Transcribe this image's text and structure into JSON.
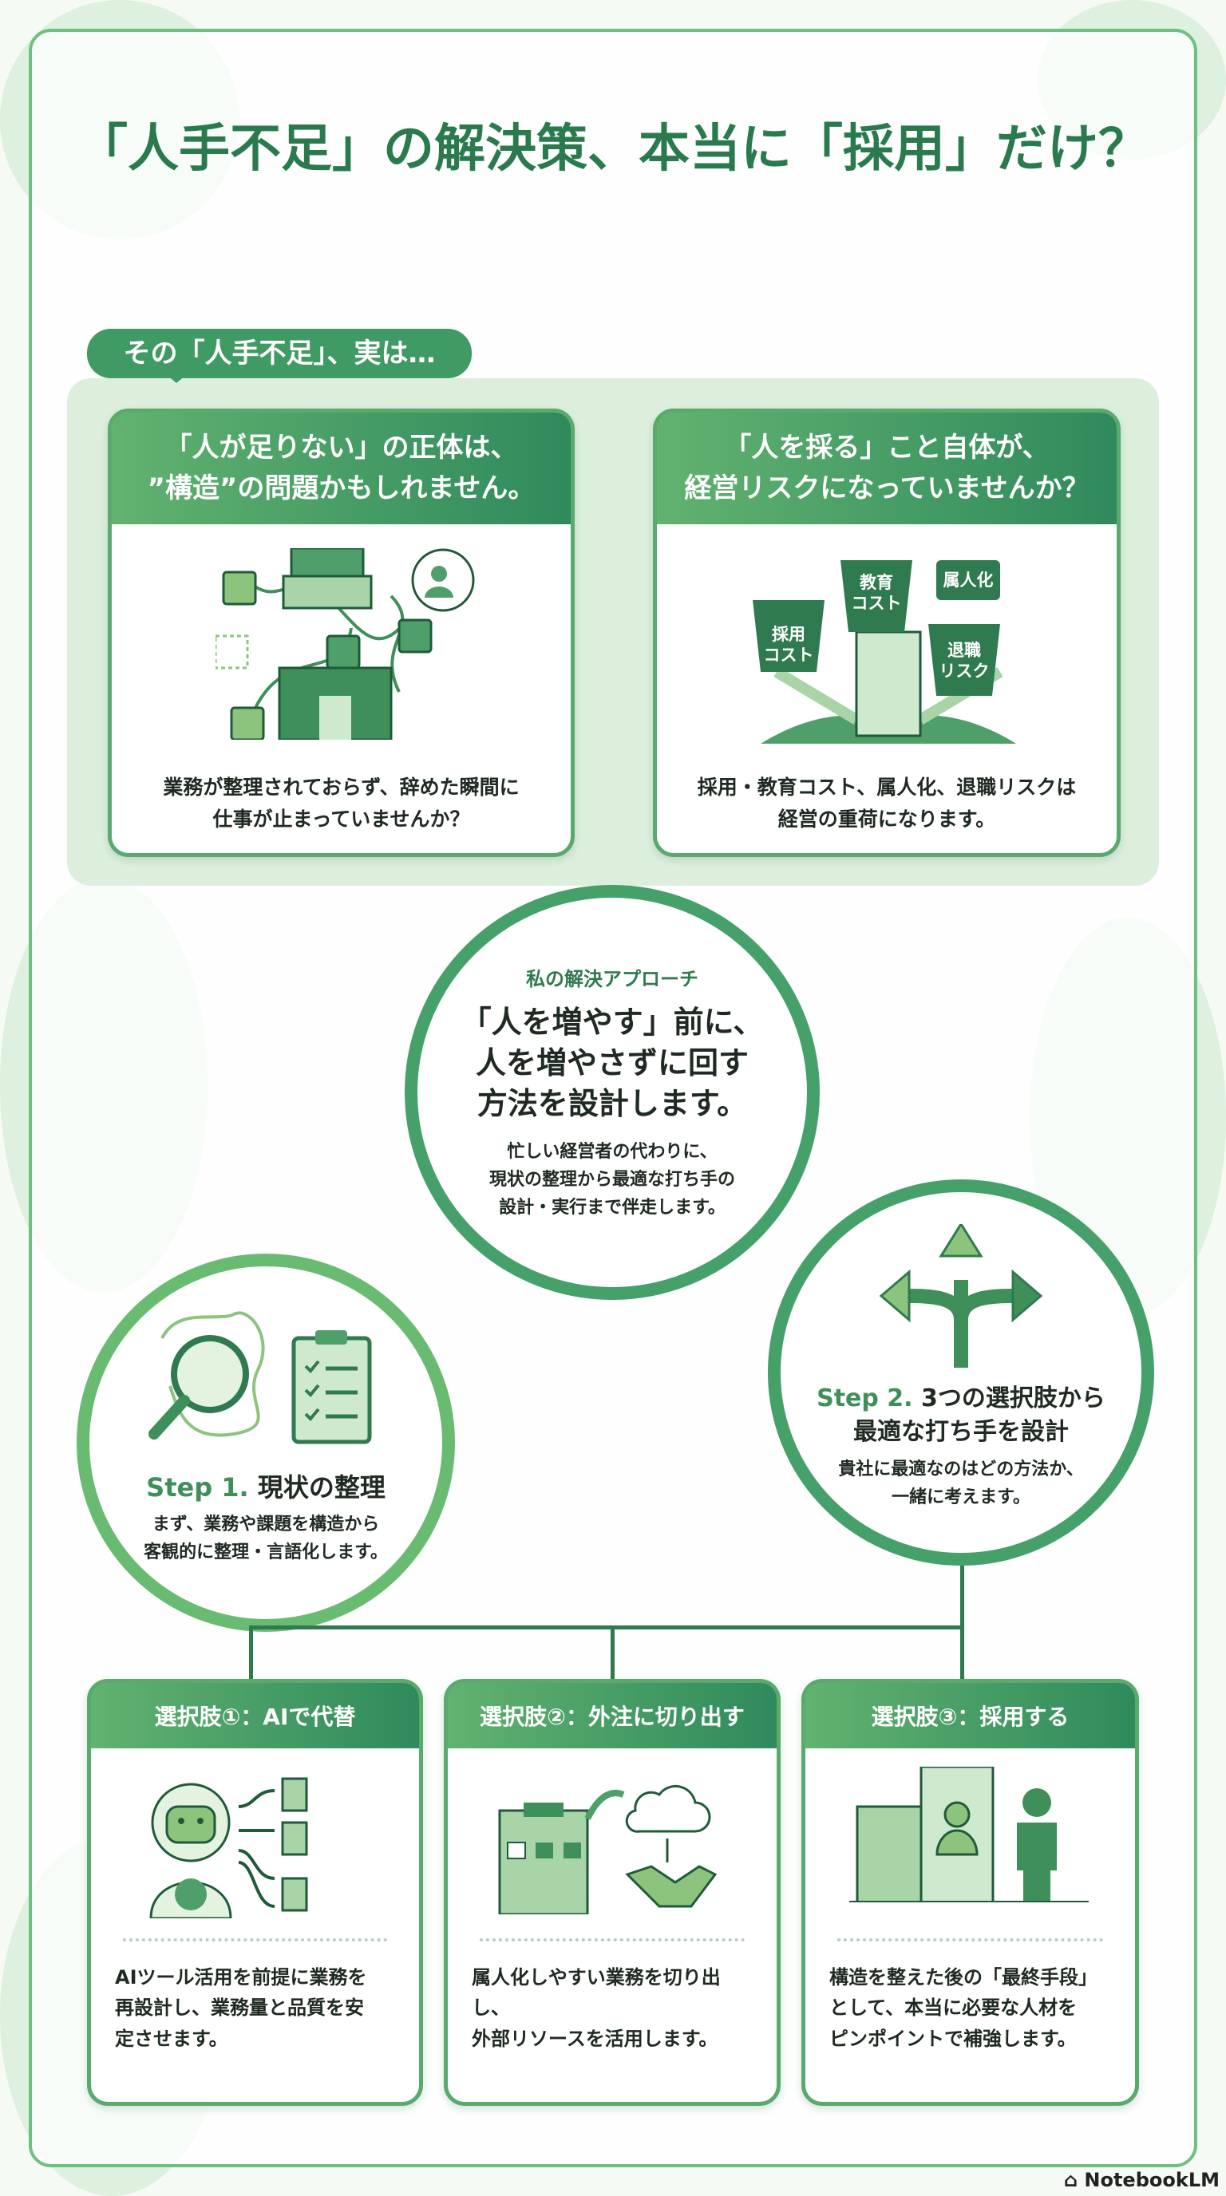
{
  "title": "「人手不足」の解決策、本当に「採用」だけ？",
  "intro_bubble": "その「人手不足」、実は…",
  "problems": [
    {
      "heading": [
        "「人が足りない」の正体は、",
        "”構造”の問題かもしれません。"
      ],
      "body": [
        "業務が整理されておらず、辞めた瞬間に",
        "仕事が止まっていませんか？"
      ]
    },
    {
      "heading": [
        "「人を採る」こと自体が、",
        "経営リスクになっていませんか？"
      ],
      "weights": [
        "採用\nコスト",
        "教育\nコスト",
        "属人化",
        "退職\nリスク"
      ],
      "body": [
        "採用・教育コスト、属人化、退職リスクは",
        "経営の重荷になります。"
      ]
    }
  ],
  "approach": {
    "label": "私の解決アプローチ",
    "headline": [
      "「人を増やす」前に、",
      "人を増やさずに回す",
      "方法を設計します。"
    ],
    "body": [
      "忙しい経営者の代わりに、",
      "現状の整理から最適な打ち手の",
      "設計・実行まで伴走します。"
    ]
  },
  "step1": {
    "step": "Step 1.",
    "title": "現状の整理",
    "body": [
      "まず、業務や課題を構造から",
      "客観的に整理・言語化します。"
    ]
  },
  "step2": {
    "step": "Step 2.",
    "title": [
      "3つの選択肢から",
      "最適な打ち手を設計"
    ],
    "body": [
      "貴社に最適なのはどの方法か、",
      "一緒に考えます。"
    ]
  },
  "options": [
    {
      "title": "選択肢①：AIで代替",
      "body": [
        "AIツール活用を前提に業務を",
        "再設計し、業務量と品質を安",
        "定させます。"
      ]
    },
    {
      "title": "選択肢②：外注に切り出す",
      "body": [
        "属人化しやすい業務を切り出し、",
        "外部リソースを活用します。"
      ]
    },
    {
      "title": "選択肢③：採用する",
      "body": [
        "構造を整えた後の「最終手段」",
        "として、本当に必要な人材を",
        "ピンポイントで補強します。"
      ]
    }
  ],
  "brand": "NotebookLM",
  "colors": {
    "primary": "#2f8a5c",
    "accent": "#62b270",
    "text": "#1f2a22"
  }
}
